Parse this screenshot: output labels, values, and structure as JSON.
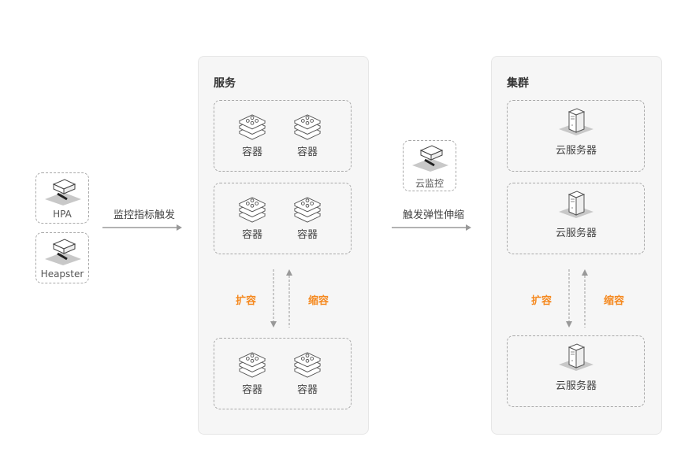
{
  "sources": [
    {
      "label": "HPA",
      "icon": "hpa-box-icon"
    },
    {
      "label": "Heapster",
      "icon": "heapster-box-icon"
    }
  ],
  "arrow1_label": "监控指标触发",
  "service": {
    "title": "服务",
    "container_label": "容器",
    "scale_out": "扩容",
    "scale_in": "缩容"
  },
  "monitor": {
    "label": "云监控"
  },
  "arrow2_label": "触发弹性伸缩",
  "cluster": {
    "title": "集群",
    "server_label": "云服务器",
    "scale_out": "扩容",
    "scale_in": "缩容"
  },
  "colors": {
    "accent": "#f5891f",
    "arrow": "#999999",
    "panel": "#f6f6f6"
  }
}
